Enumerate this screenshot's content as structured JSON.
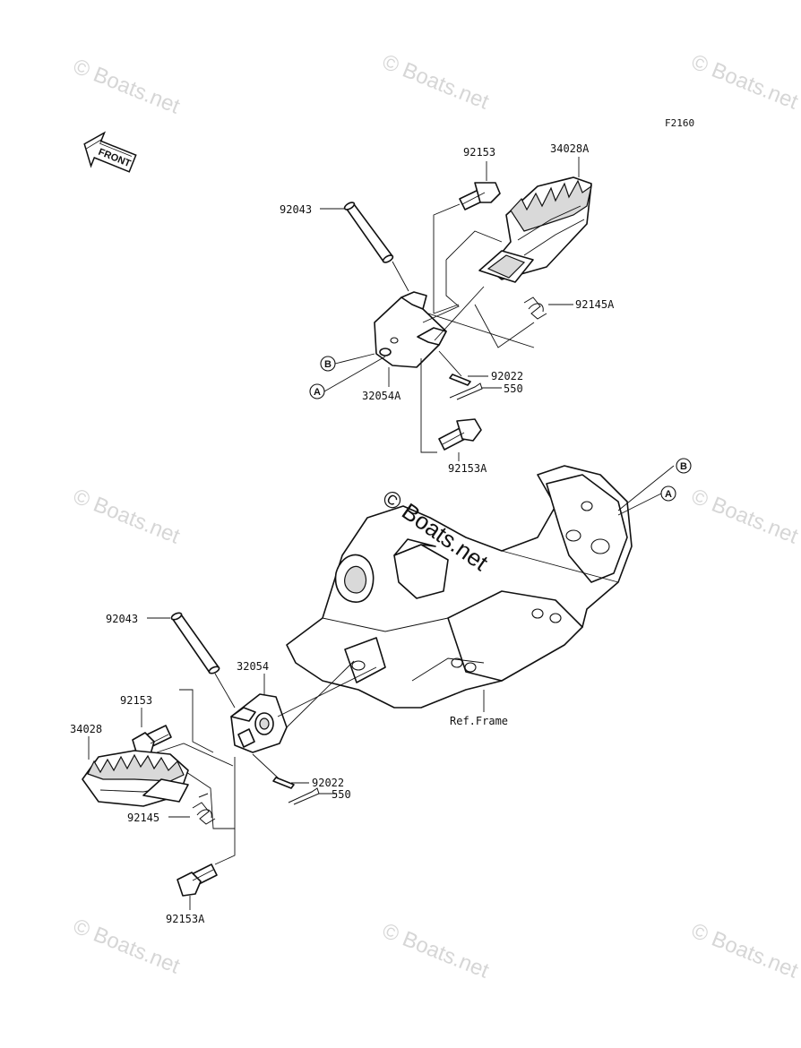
{
  "figure_code": "F2160",
  "front_label": "FRONT",
  "watermark": "© Boats.net",
  "center_watermark": "© Boats.net",
  "labels": {
    "upper_bolt": "92153",
    "upper_footpeg": "34028A",
    "upper_pin": "92043",
    "upper_spring": "92145A",
    "ref_b": "B",
    "ref_a": "A",
    "upper_bracket": "32054A",
    "upper_washer": "92022",
    "upper_cotter": "550",
    "upper_bolt_lower": "92153A",
    "frame_b": "B",
    "frame_a": "A",
    "lower_pin": "92043",
    "lower_bracket": "32054",
    "lower_bolt": "92153",
    "lower_footpeg": "34028",
    "lower_washer": "92022",
    "lower_cotter": "550",
    "lower_spring": "92145",
    "lower_bolt_lower": "92153A",
    "ref_frame": "Ref.Frame"
  }
}
